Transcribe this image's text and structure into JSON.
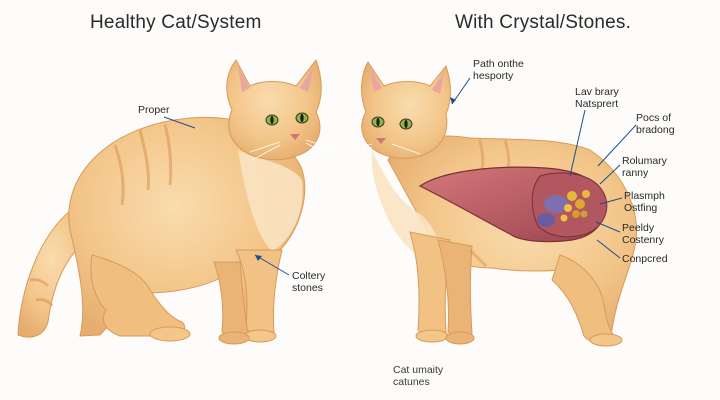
{
  "titles": {
    "left": "Healthy Cat/System",
    "right": "With Crystal/Stones."
  },
  "left_labels": {
    "proper": "Proper",
    "callery_line1": "Coltery",
    "callery_line2": "stones"
  },
  "right_labels": {
    "path_line1": "Path onthe",
    "path_line2": "hesporty",
    "lav_line1": "Lav brary",
    "lav_line2": "Natsprert",
    "pocs_line1": "Pocs of",
    "pocs_line2": "bradong",
    "rolumary_line1": "Rolumary",
    "rolumary_line2": "ranny",
    "plasmph_line1": "Plasmph",
    "plasmph_line2": "Ostfing",
    "peeldy_line1": "Peeldy",
    "peeldy_line2": "Costenry",
    "compred": "Conpcred"
  },
  "bottom": {
    "line1": "Cat umaity",
    "line2": "catunes"
  },
  "colors": {
    "fur": "#f3c98c",
    "fur_light": "#f8dfb4",
    "fur_shadow": "#e0a868",
    "stripe": "#dc9858",
    "organ": "#c7696a",
    "organ_dark": "#9a4348",
    "stone_yellow": "#e6b93c",
    "stone_purple": "#7d6fb0",
    "line": "#1d4f8a"
  }
}
